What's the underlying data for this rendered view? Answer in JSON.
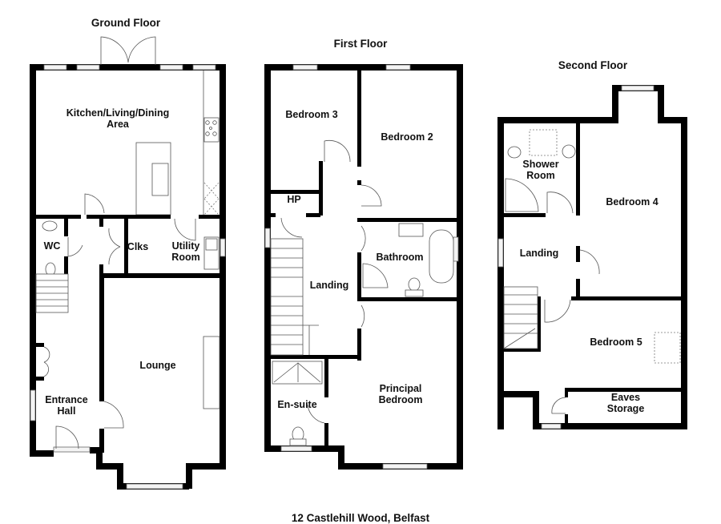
{
  "floors": {
    "ground": {
      "title": "Ground Floor",
      "rooms": {
        "kitchen": "Kitchen/Living/Dining\nArea",
        "wc": "WC",
        "clks": "Clks",
        "utility": "Utility\nRoom",
        "lounge": "Lounge",
        "entrance": "Entrance\nHall"
      }
    },
    "first": {
      "title": "First Floor",
      "rooms": {
        "bedroom3": "Bedroom 3",
        "bedroom2": "Bedroom 2",
        "hp": "HP",
        "landing": "Landing",
        "bathroom": "Bathroom",
        "ensuite": "En-suite",
        "principal": "Principal\nBedroom"
      }
    },
    "second": {
      "title": "Second Floor",
      "rooms": {
        "shower": "Shower\nRoom",
        "bedroom4": "Bedroom 4",
        "landing": "Landing",
        "bedroom5": "Bedroom 5",
        "eaves": "Eaves\nStorage"
      }
    }
  },
  "address": "12 Castlehill Wood, Belfast"
}
